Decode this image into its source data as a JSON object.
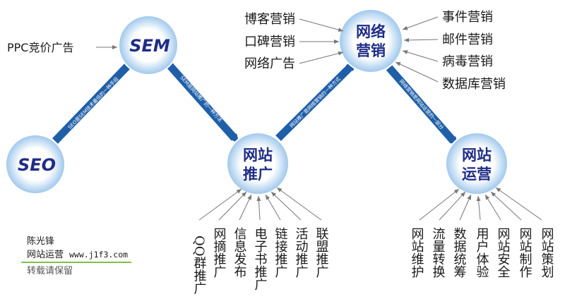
{
  "colors": {
    "circle_fill_center": "#ffffff",
    "circle_fill_edge": "#9cc6ec",
    "circle_text": "#1f2d86",
    "edge_band": "#1f5fa8",
    "arrow": "#777777",
    "footer_underline": "#7fc241"
  },
  "nodes": {
    "seo": "SEO",
    "sem": "SEM",
    "tui_1": "网站",
    "tui_2": "推广",
    "ying_1": "网络",
    "ying_2": "营销",
    "yun_1": "网站",
    "yun_2": "运营"
  },
  "ppc": "PPC竞价广告",
  "edges": {
    "seo_sem": "SEO是SEM技术最低的一种手段",
    "sem_tui": "SEM是网站推广的一种方法",
    "tui_ying": "网站推广是网络营销的一种方式",
    "ying_yun": "网络营销是网站运营的一部分"
  },
  "marketing_left": [
    "博客营销",
    "口碑营销",
    "网络广告"
  ],
  "marketing_right": [
    "事件营销",
    "邮件营销",
    "病毒营销",
    "数据库营销"
  ],
  "promotion_items": [
    "QQ群推广",
    "网摘推广",
    "信息发布",
    "电子书推广",
    "链接推广",
    "活动推广",
    "联盟推广"
  ],
  "operation_items": [
    "网站维护",
    "流量转换",
    "数据统筹",
    "用户体验",
    "网站安全",
    "网站制作",
    "网站策划"
  ],
  "footer": {
    "author": "陈光锋",
    "site_label": "网站运营",
    "site_url": "www.j1f3.com",
    "note": "转载请保留"
  }
}
